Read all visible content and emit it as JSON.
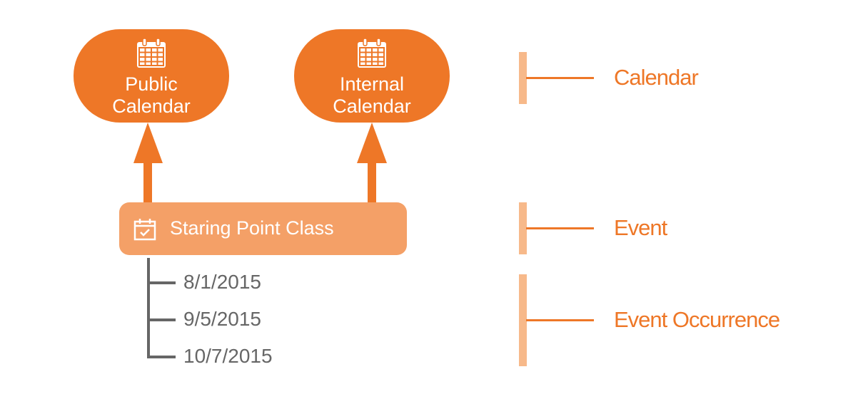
{
  "calendars": [
    {
      "label": "Public Calendar"
    },
    {
      "label": "Internal Calendar"
    }
  ],
  "event": {
    "label": "Staring Point Class"
  },
  "occurrences": [
    "8/1/2015",
    "9/5/2015",
    "10/7/2015"
  ],
  "levels": [
    "Calendar",
    "Event",
    "Event Occurrence"
  ],
  "colors": {
    "primary": "#EE7727",
    "event": "#F4A067",
    "bar": "#F7B98A",
    "occurrence": "#666666"
  }
}
